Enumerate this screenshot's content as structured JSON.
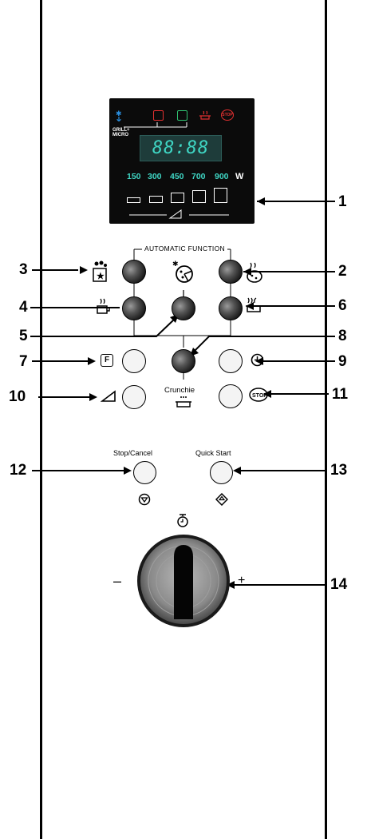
{
  "display": {
    "grill_micro": "GRILL+\nMICRO",
    "time": "88:88",
    "power_levels": [
      "150",
      "300",
      "450",
      "700",
      "900"
    ],
    "power_unit": "W",
    "colors": {
      "defrost": "#2a8fe0",
      "grill": "#e03030",
      "combi": "#30c070",
      "crisp": "#e03030",
      "stop": "#e03030",
      "digits": "#3fd6c4"
    }
  },
  "labels": {
    "automatic_function": "AUTOMATIC FUNCTION",
    "crunchie": "Crunchie",
    "stop_cancel": "Stop/Cancel",
    "quick_start": "Quick Start",
    "minus": "–",
    "plus": "+"
  },
  "callouts": [
    "1",
    "2",
    "3",
    "4",
    "5",
    "6",
    "7",
    "8",
    "9",
    "10",
    "11",
    "12",
    "13",
    "14"
  ],
  "icons": {
    "btn3": "frozen-food-icon",
    "btn2": "steam-dish-icon",
    "btn4": "cup-icon",
    "btn6": "pot-icon",
    "btn_auto_mid": "pizza-defrost-icon",
    "btn7": "f-key-icon",
    "btn9": "clock-icon",
    "btn10": "power-level-icon",
    "btn11": "stop-icon",
    "btn12": "stop-cancel-icon",
    "btn13": "start-icon",
    "knob": "timer-icon"
  }
}
